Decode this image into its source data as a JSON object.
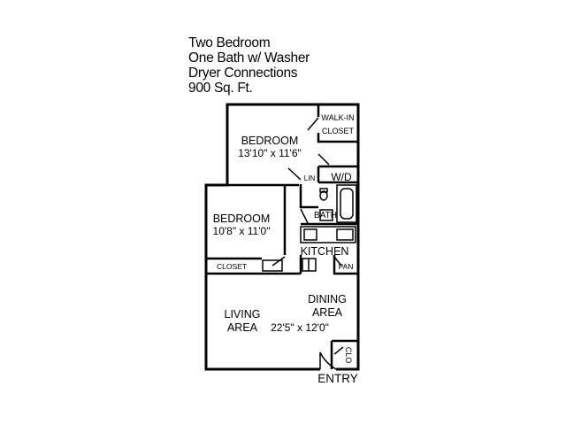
{
  "heading": {
    "line1": "Two Bedroom",
    "line2": "One Bath w/ Washer",
    "line3": "Dryer Connections",
    "line4": "900 Sq. Ft."
  },
  "rooms": {
    "bedroom1": {
      "label": "BEDROOM",
      "size": "13'10\" x 11'6\""
    },
    "walk_in_closet": {
      "line1": "WALK-IN",
      "line2": "CLOSET"
    },
    "wd": "W/D",
    "lin": "LIN",
    "bath": "BATH",
    "bedroom2": {
      "label": "BEDROOM",
      "size": "10'8\" x 11'0\""
    },
    "closet": "CLOSET",
    "kitchen": "KITCHEN",
    "pan": "PAN",
    "dining": {
      "line1": "DINING",
      "line2": "AREA"
    },
    "living": {
      "line1": "LIVING",
      "line2": "AREA"
    },
    "living_size": "22'5\" x 12'0\"",
    "clo": "CLO",
    "entry": "ENTRY"
  }
}
